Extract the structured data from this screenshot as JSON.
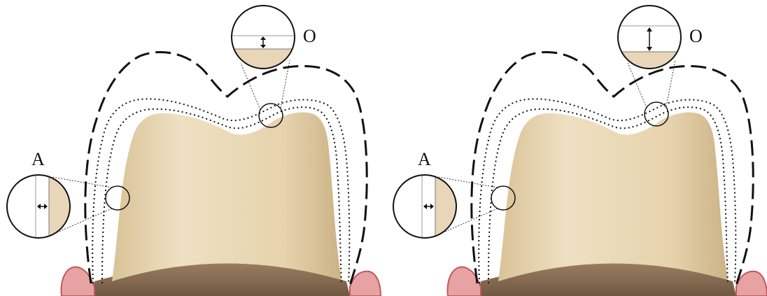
{
  "figure": {
    "panels": [
      {
        "occlusal_label": "O",
        "axial_label": "A",
        "occlusal_reduction": "small"
      },
      {
        "occlusal_label": "O",
        "axial_label": "A",
        "occlusal_reduction": "large"
      }
    ],
    "colors": {
      "tooth": "#e6d2ae",
      "tooth_shade": "#d3bb8f",
      "root": "#8a7055",
      "gum": "#e7a3a3",
      "gum_dark": "#c0595c",
      "outline": "#111111",
      "magnifier_fill": "#e9d6b8"
    }
  }
}
